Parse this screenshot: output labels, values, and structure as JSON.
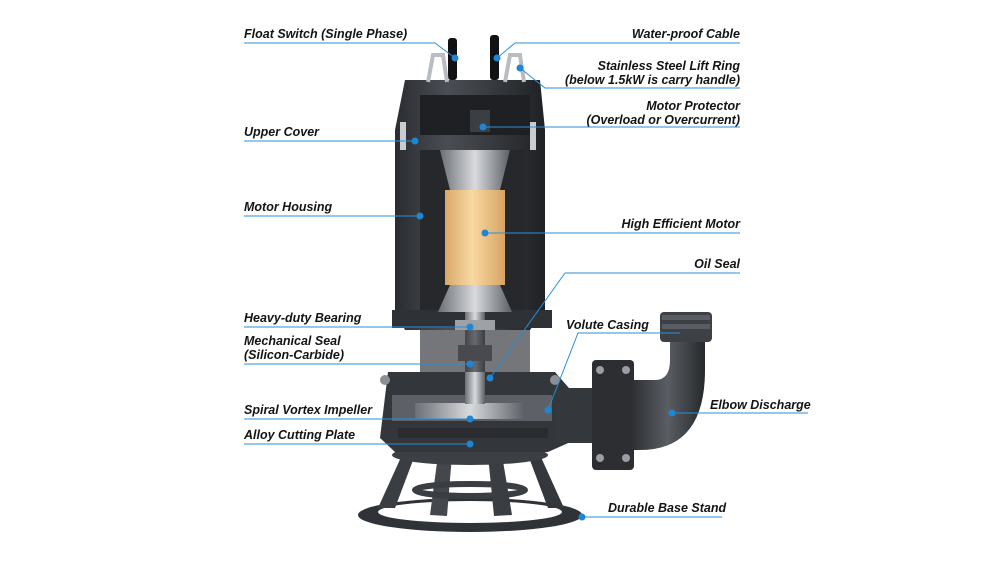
{
  "diagram": {
    "labels": {
      "float_switch": "Float Switch (Single Phase)",
      "upper_cover": "Upper Cover",
      "motor_housing": "Motor Housing",
      "heavy_duty_bearing": "Heavy-duty Bearing",
      "mechanical_seal_line1": "Mechanical Seal",
      "mechanical_seal_line2": "(Silicon-Carbide)",
      "spiral_vortex_impeller": "Spiral Vortex Impeller",
      "alloy_cutting_plate": "Alloy Cutting Plate",
      "waterproof_cable": "Water-proof Cable",
      "lift_ring_line1": "Stainless Steel Lift Ring",
      "lift_ring_line2": "(below 1.5kW is carry handle)",
      "motor_protector_line1": "Motor Protector",
      "motor_protector_line2": "(Overload or Overcurrent)",
      "high_efficient_motor": "High Efficient Motor",
      "oil_seal": "Oil Seal",
      "volute_casing": "Volute Casing",
      "elbow_discharge": "Elbow Discharge",
      "durable_base_stand": "Durable Base Stand"
    },
    "colors": {
      "callout": "#1e86d2",
      "pump_body": "#3a3d41",
      "motor_core": "#f2c98a",
      "text": "#141414"
    }
  }
}
